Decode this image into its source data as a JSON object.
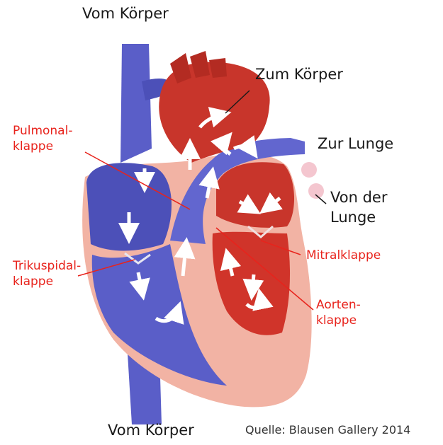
{
  "colors": {
    "label_red": "#e8231c",
    "label_black": "#1a1a1a",
    "deoxy_blue": "#5a5ec8",
    "deoxy_dark": "#3a3e9e",
    "oxy_red": "#c8352b",
    "oxy_dark": "#8e1a14",
    "myocardium": "#f2b3a4"
  },
  "labels": {
    "vom_koerper_top": "Vom Körper",
    "zum_koerper": "Zum Körper",
    "zur_lunge": "Zur Lunge",
    "von_der_lunge": "Von der\nLunge",
    "pulmonalklappe": "Pulmonal-\nklappe",
    "trikuspidalklappe": "Trikuspidal-\nklappe",
    "mitralklappe": "Mitralklappe",
    "aortenklappe": "Aorten-\nklappe",
    "vom_koerper_bottom": "Vom Körper"
  },
  "credit": "Quelle: Blausen Gallery 2014"
}
